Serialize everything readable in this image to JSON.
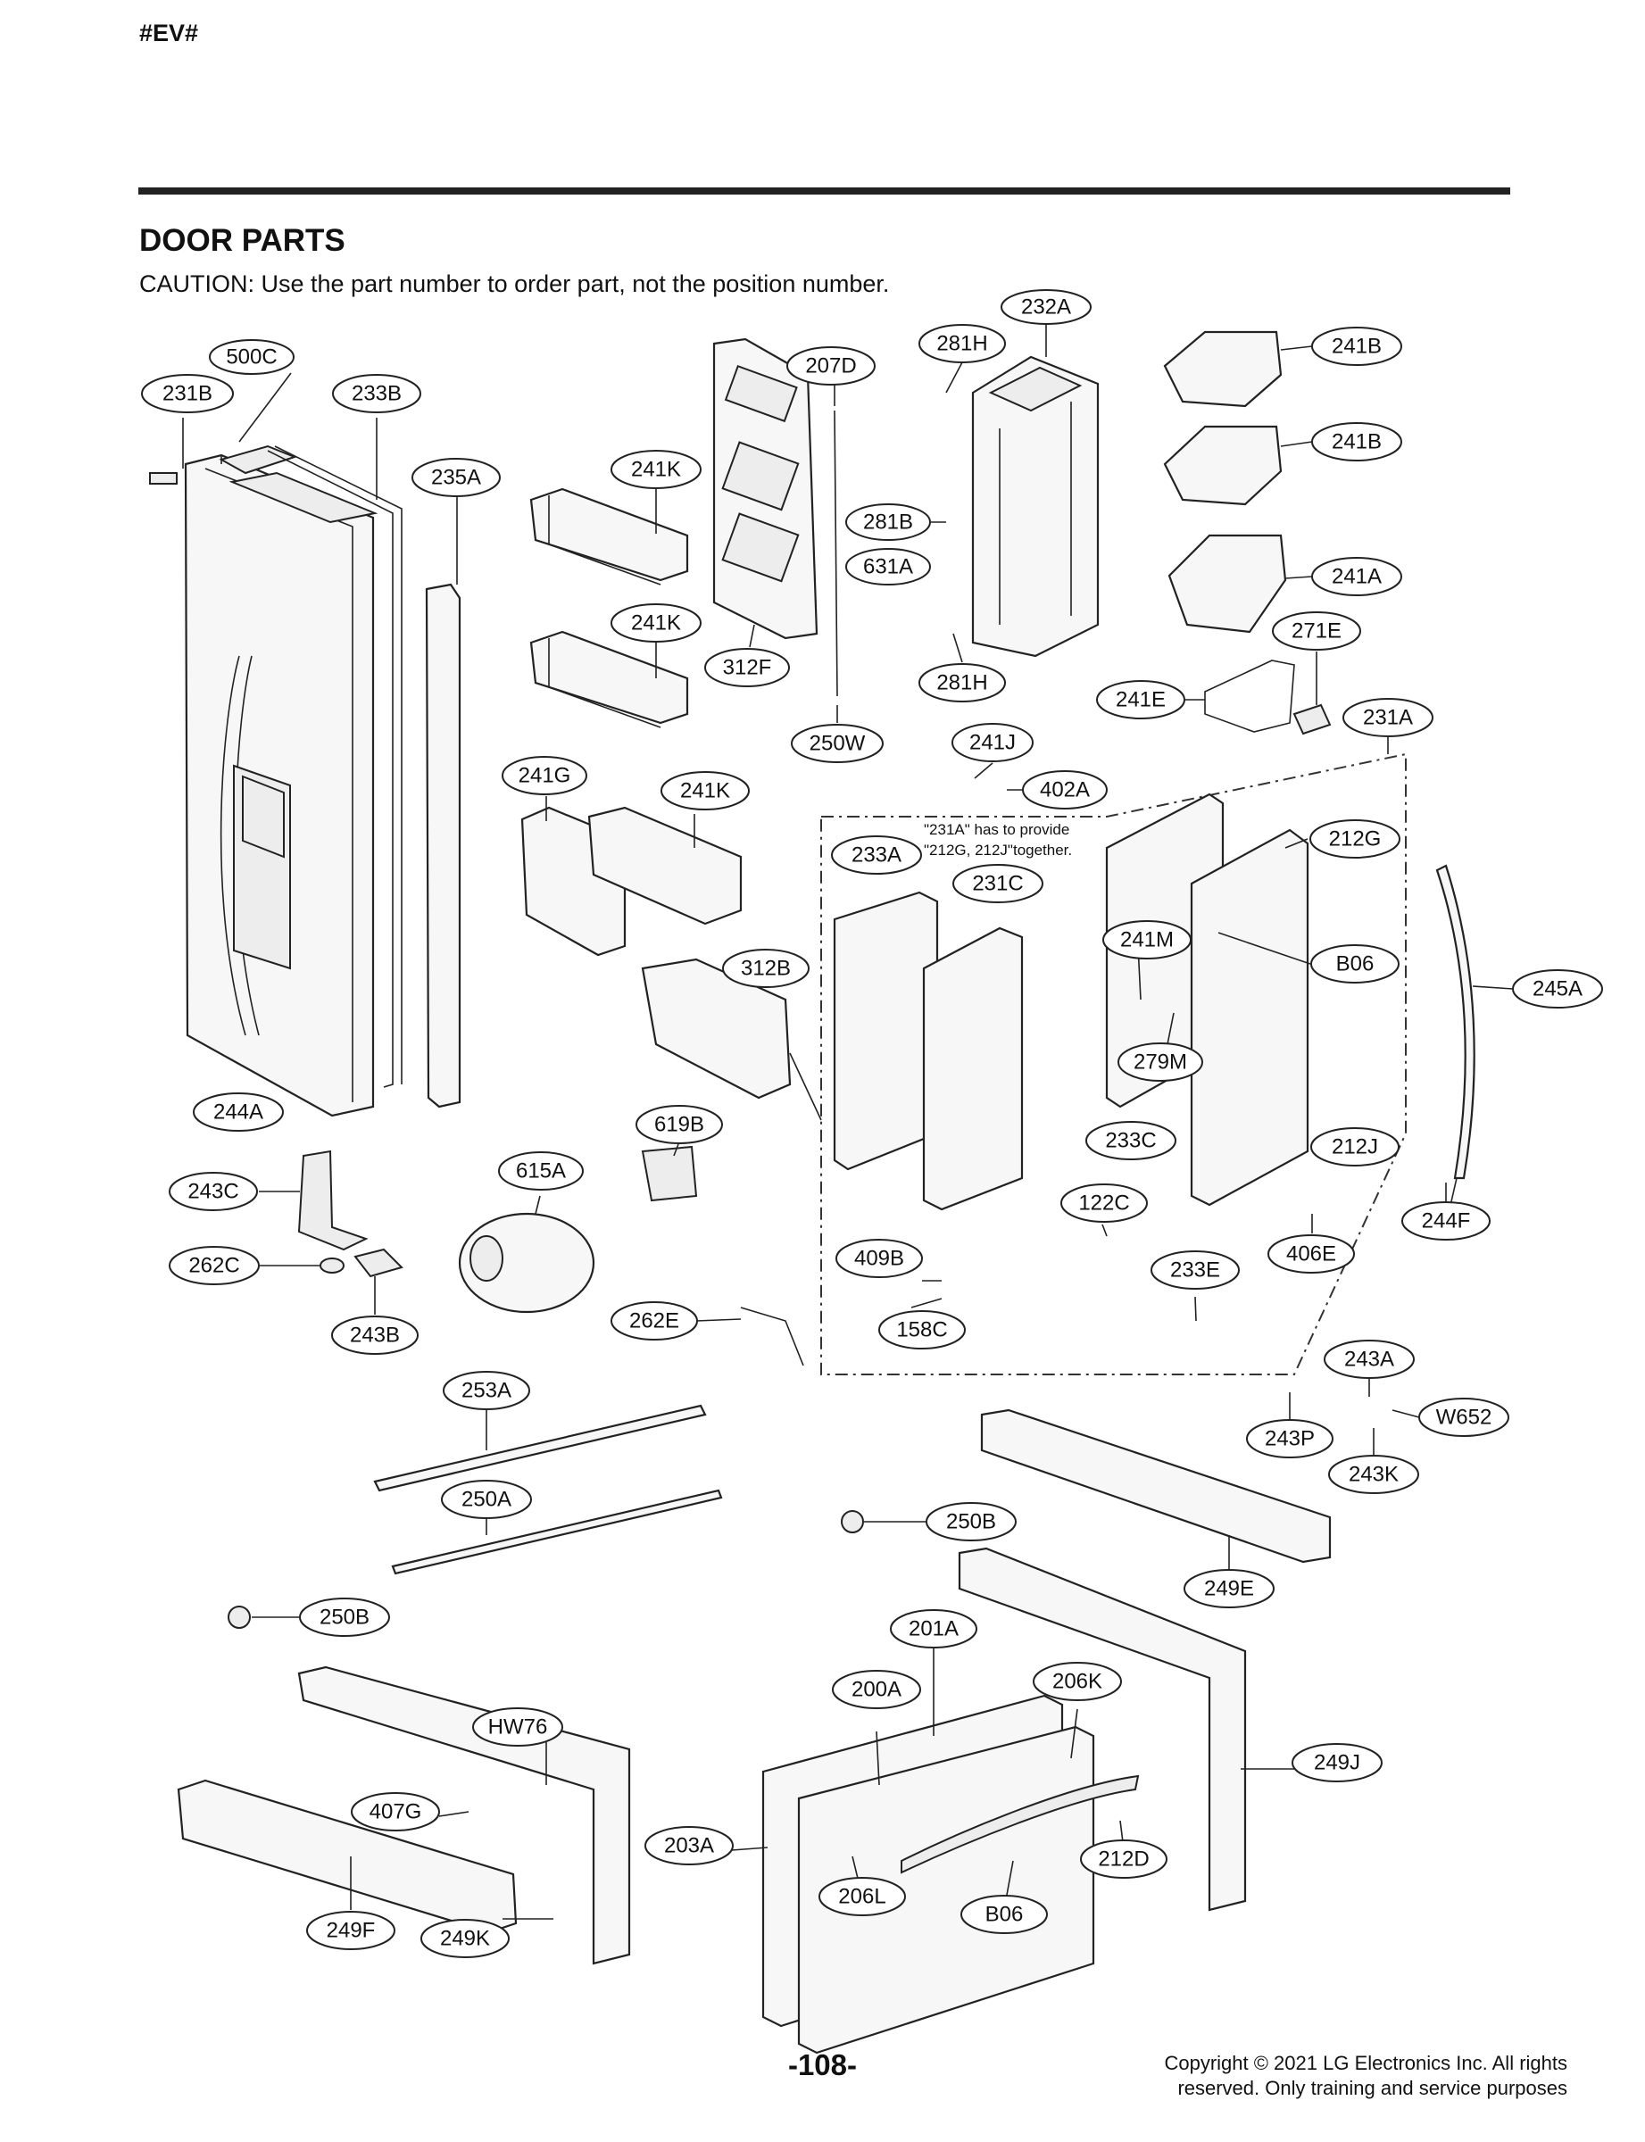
{
  "header": {
    "tag": "#EV#",
    "title": "DOOR PARTS",
    "caution": "CAUTION: Use the part number to order part, not the position number."
  },
  "note": {
    "line1": "\"231A\" has to provide",
    "line2": "\"212G, 212J\"together."
  },
  "callouts": [
    "500C",
    "231B",
    "233B",
    "235A",
    "241K",
    "241K",
    "241K",
    "241G",
    "312F",
    "207D",
    "250W",
    "281H",
    "232A",
    "281B",
    "631A",
    "281H",
    "241J",
    "402A",
    "241B",
    "241B",
    "241A",
    "271E",
    "241E",
    "231A",
    "233A",
    "231C",
    "212G",
    "241M",
    "B06",
    "245A",
    "279M",
    "312B",
    "244A",
    "619B",
    "615A",
    "243C",
    "262C",
    "243B",
    "262E",
    "409B",
    "158C",
    "233C",
    "212J",
    "122C",
    "233E",
    "406E",
    "244F",
    "243A",
    "243P",
    "W652",
    "243K",
    "253A",
    "250A",
    "250B",
    "249E",
    "250B",
    "201A",
    "206K",
    "200A",
    "HW76",
    "249J",
    "407G",
    "203A",
    "212D",
    "206L",
    "B06",
    "249F",
    "249K"
  ],
  "footer": {
    "page_number": "-108-",
    "copyright": "Copyright © 2021 LG Electronics Inc. All rights\nreserved. Only training and service purposes"
  }
}
